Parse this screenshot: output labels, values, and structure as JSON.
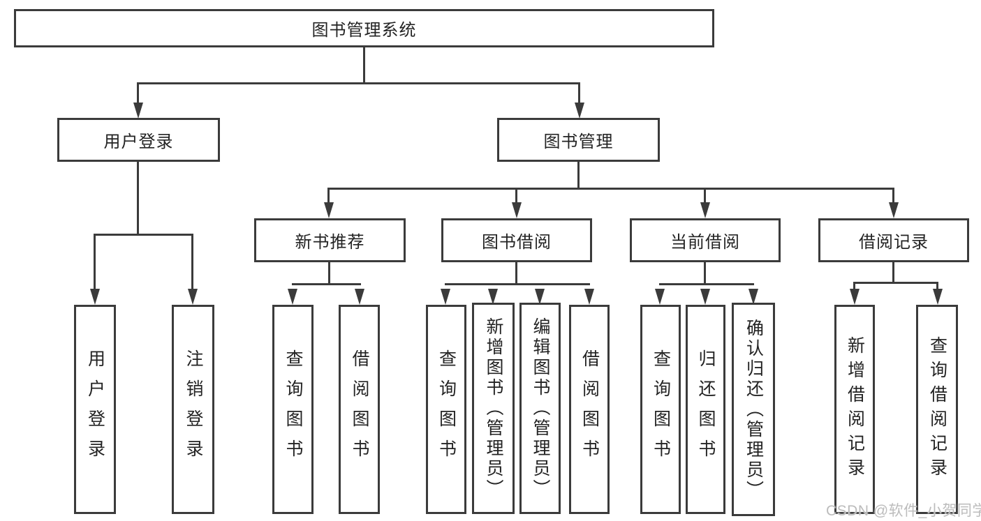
{
  "diagram": {
    "title": "图书管理系统",
    "type": "hierarchy-tree"
  },
  "tree": {
    "root": {
      "label": "图书管理系统",
      "children": [
        {
          "label": "用户登录",
          "children": [
            {
              "label": "用户登录"
            },
            {
              "label": "注销登录"
            }
          ]
        },
        {
          "label": "图书管理",
          "children": [
            {
              "label": "新书推荐",
              "children": [
                {
                  "label": "查询图书"
                },
                {
                  "label": "借阅图书"
                }
              ]
            },
            {
              "label": "图书借阅",
              "children": [
                {
                  "label": "查询图书"
                },
                {
                  "label": "新增图书（管理员）"
                },
                {
                  "label": "编辑图书（管理员）"
                },
                {
                  "label": "借阅图书"
                }
              ]
            },
            {
              "label": "当前借阅",
              "children": [
                {
                  "label": "查询图书"
                },
                {
                  "label": "归还图书"
                },
                {
                  "label": "确认归还（管理员）"
                }
              ]
            },
            {
              "label": "借阅记录",
              "children": [
                {
                  "label": "新增借阅记录"
                },
                {
                  "label": "查询借阅记录"
                }
              ]
            }
          ]
        }
      ]
    }
  },
  "watermark": {
    "text": "CSDN @软件_小贺同学"
  },
  "colors": {
    "line": "#3b3b3b",
    "text": "#232323",
    "watermark": "#bcbcbc",
    "background": "#ffffff"
  }
}
